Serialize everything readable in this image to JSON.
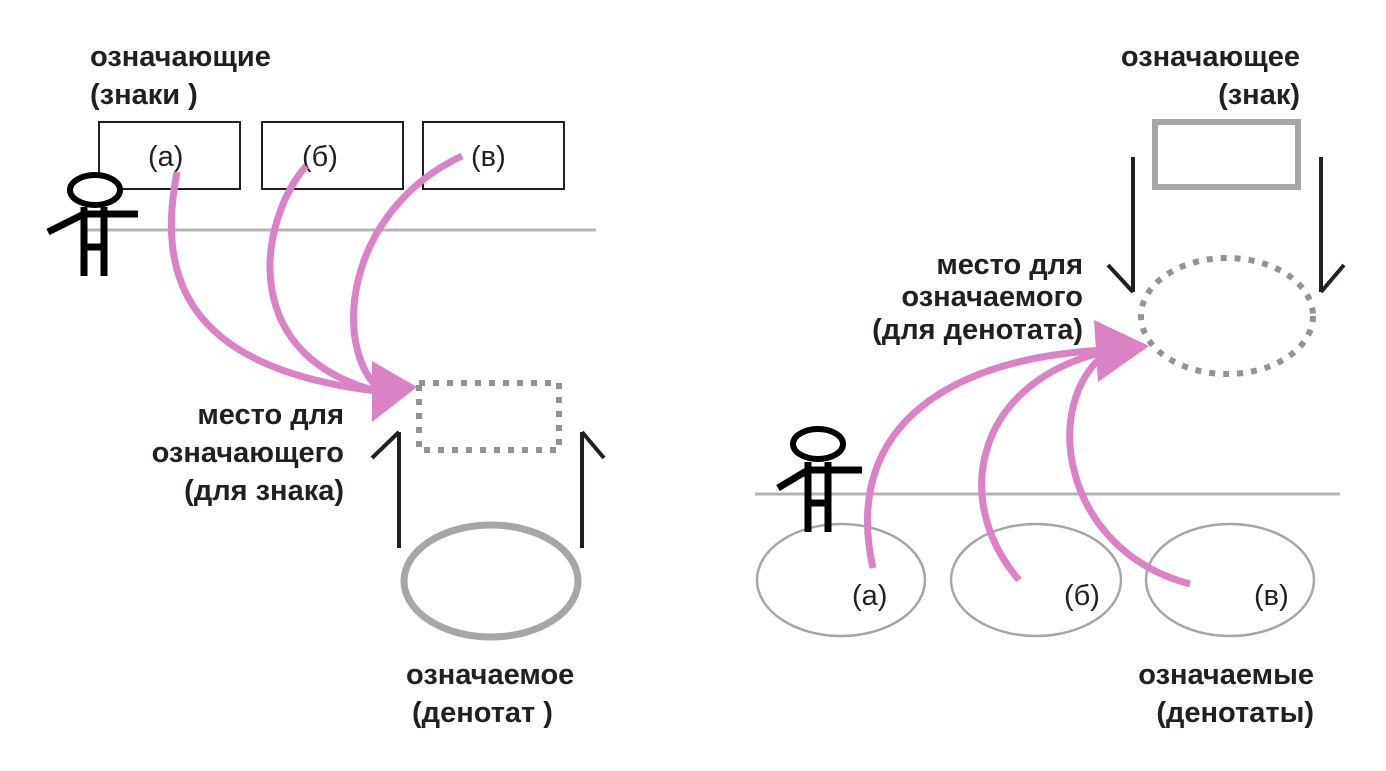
{
  "left": {
    "signifiers_label": [
      "означающие",
      "(знаки )"
    ],
    "signs": [
      "(а)",
      "(б)",
      "(в)"
    ],
    "signifier_place_label": [
      "место для",
      "означающего",
      "(для знака)"
    ],
    "signified_label": [
      "означаемое",
      "(денотат )"
    ]
  },
  "right": {
    "signifier_label": [
      "означающее",
      "(знак)"
    ],
    "signified_place_label": [
      "место для",
      "означаемого",
      "(для денотата)"
    ],
    "denotata": [
      "(а)",
      "(б)",
      "(в)"
    ],
    "signifieds_label": [
      "означаемые",
      "(денотаты)"
    ]
  },
  "colors": {
    "arrow": "#db82c5",
    "ground_line": "#b3b3b3",
    "outline_gray": "#a6a6a6",
    "text": "#231f20"
  },
  "icons": {
    "person": "stick-figure-icon",
    "arrow": "curved-arrow-icon"
  }
}
